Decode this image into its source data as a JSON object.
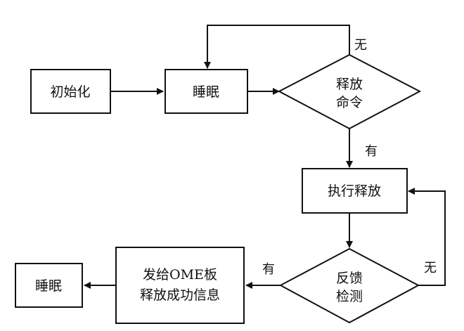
{
  "nodes": {
    "init": "初始化",
    "sleep1": "睡眠",
    "release_cmd": [
      "释放",
      "命令"
    ],
    "execute": "执行释放",
    "feedback": [
      "反馈",
      "检测"
    ],
    "report": [
      "发给OME板",
      "释放成功信息"
    ],
    "sleep2": "睡眠"
  },
  "edges": {
    "no_top": "无",
    "yes_down": "有",
    "no_right": "无",
    "yes_left": "有"
  }
}
